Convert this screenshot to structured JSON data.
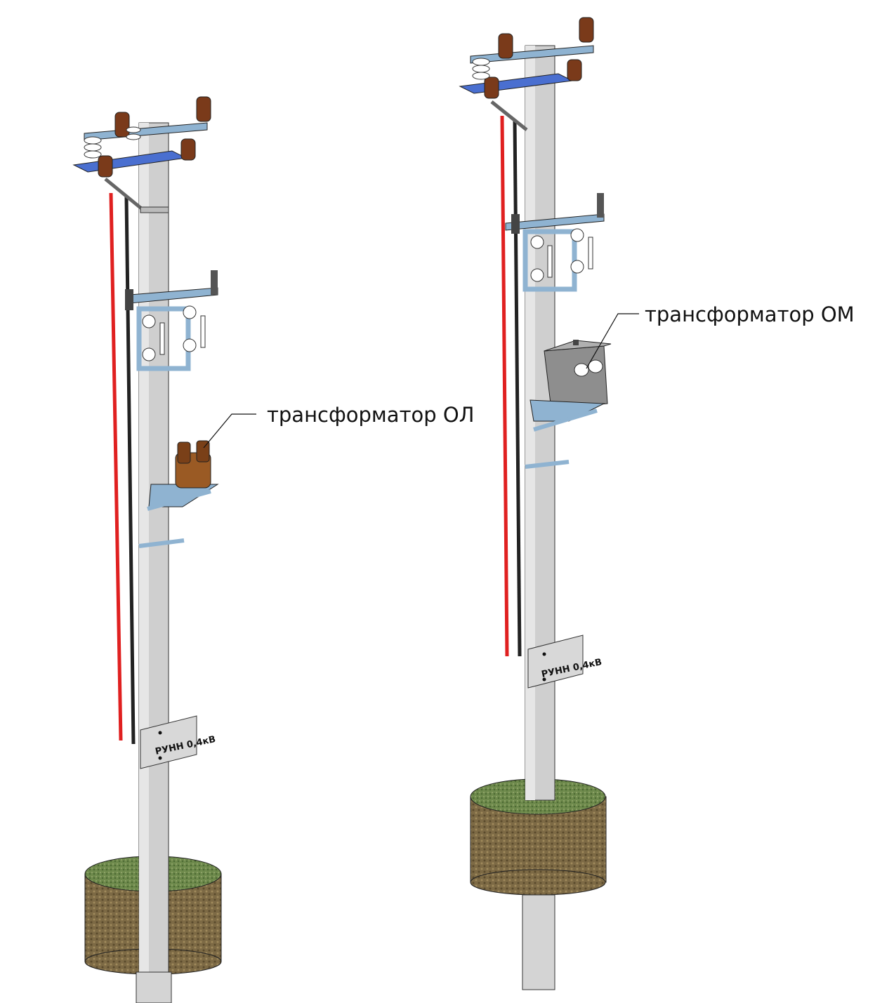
{
  "labels": {
    "left_transformer": "трансформатор ОЛ",
    "right_transformer": "трансформатор ОМ",
    "left_panel": "РУНН 0,4кВ",
    "right_panel": "РУНН 0,4кВ"
  },
  "colors": {
    "pole": "#c9c9c9",
    "bracket": "#8fb3d1",
    "cable_red": "#e02020",
    "cable_black": "#222222",
    "arrester": "#7a3a1a",
    "transformer_ol": "#9a5a24",
    "transformer_om": "#8e8e8e",
    "ground": "#7a6640",
    "grass": "#6f8a4a"
  }
}
